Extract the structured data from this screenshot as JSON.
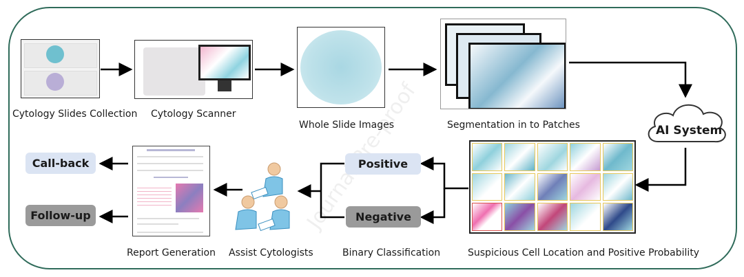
{
  "diagram": {
    "watermark": "Journal Pre-proof",
    "steps": {
      "slides": "Cytology Slides Collection",
      "scanner": "Cytology Scanner",
      "wsi": "Whole Slide Images",
      "patches": "Segmentation in to Patches",
      "ai": "AI System",
      "suspicious": "Suspicious Cell Location and Positive Probability",
      "binary": "Binary Classification",
      "assist": "Assist Cytologists",
      "report": "Report Generation"
    },
    "boxes": {
      "positive": "Positive",
      "negative": "Negative",
      "callback": "Call-back",
      "followup": "Follow-up"
    },
    "colors": {
      "frame": "#2f6b5a",
      "positive_box": "#dbe4f3",
      "negative_box": "#9a9a9a",
      "slide_stain_blue": "#6fc0cf",
      "slide_stain_purple": "#b9aed6",
      "grid_border_yellow": "#e8c85a",
      "grid_border_red": "#d9534f"
    }
  }
}
